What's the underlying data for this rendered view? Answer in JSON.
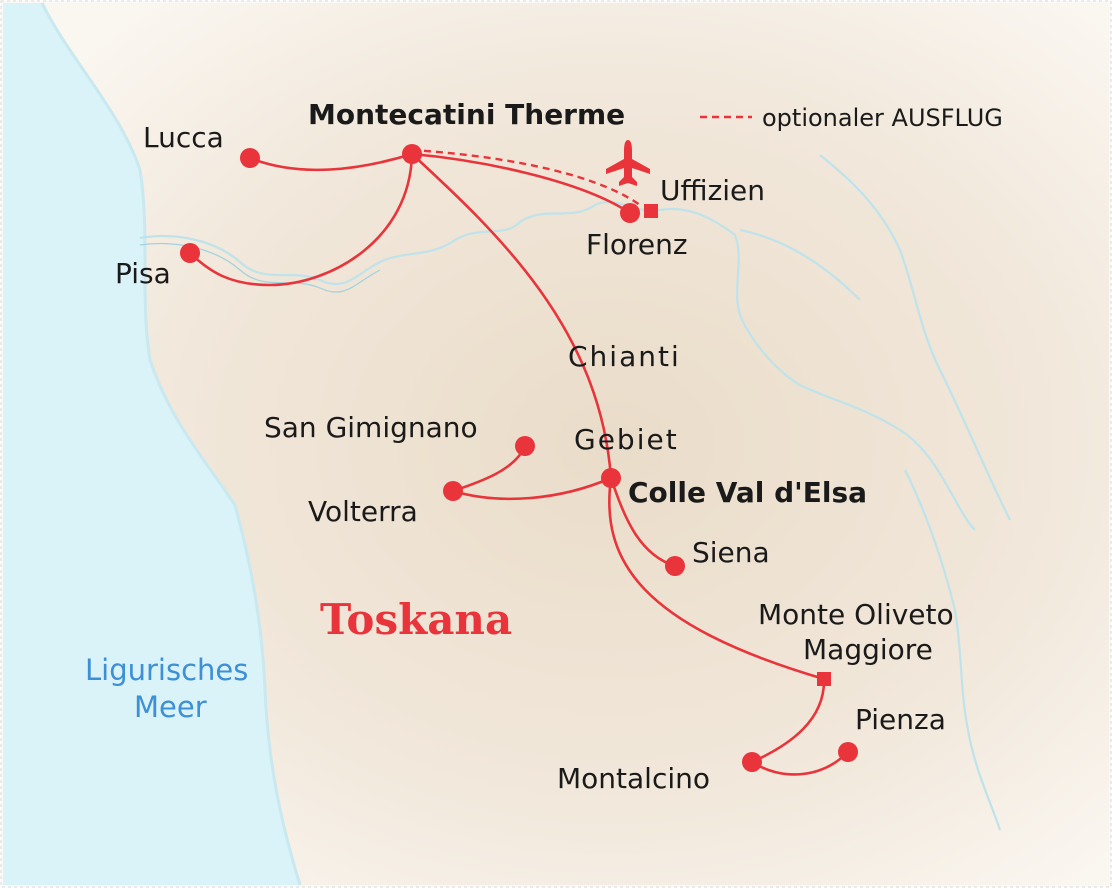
{
  "map": {
    "region_label": "Toskana",
    "sea_label": [
      "Ligurisches",
      "Meer"
    ],
    "area_label": [
      "Chianti",
      "Gebiet"
    ],
    "legend": {
      "text": "optionaler AUSFLUG"
    },
    "colors": {
      "route": "#e8343a",
      "sea": "#d9f3f8",
      "land": "#f1e7da",
      "sea_text": "#3d8fd6",
      "river": "#bfe3ea"
    },
    "places": {
      "montecatini": "Montecatini Therme",
      "lucca": "Lucca",
      "pisa": "Pisa",
      "florenz": "Florenz",
      "uffizien": "Uffizien",
      "san_gimignano": "San Gimignano",
      "volterra": "Volterra",
      "colle": "Colle Val d'Elsa",
      "siena": "Siena",
      "monte_oliveto": [
        "Monte Oliveto",
        "Maggiore"
      ],
      "pienza": "Pienza",
      "montalcino": "Montalcino"
    },
    "icons": {
      "airport": "airplane-icon"
    }
  }
}
